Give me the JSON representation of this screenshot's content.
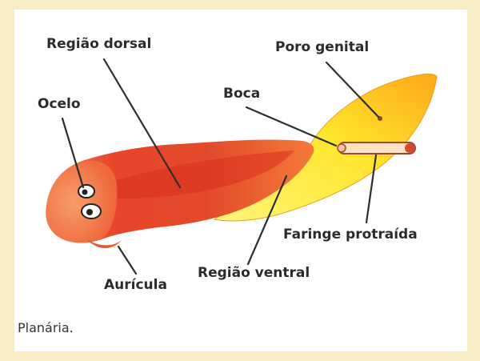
{
  "colors": {
    "dorsal_dark": "#d9381f",
    "dorsal_mid": "#ef5a2a",
    "dorsal_light": "#f79a58",
    "ventral_yellow": "#ffee3a",
    "ventral_orange": "#ffb020",
    "background": "#f7ecc4"
  },
  "labels": {
    "regiao_dorsal": "Região dorsal",
    "poro_genital": "Poro genital",
    "ocelo": "Ocelo",
    "boca": "Boca",
    "faringe_protraida": "Faringe protraída",
    "regiao_ventral": "Região ventral",
    "auricula": "Aurícula"
  },
  "caption": "Planária."
}
